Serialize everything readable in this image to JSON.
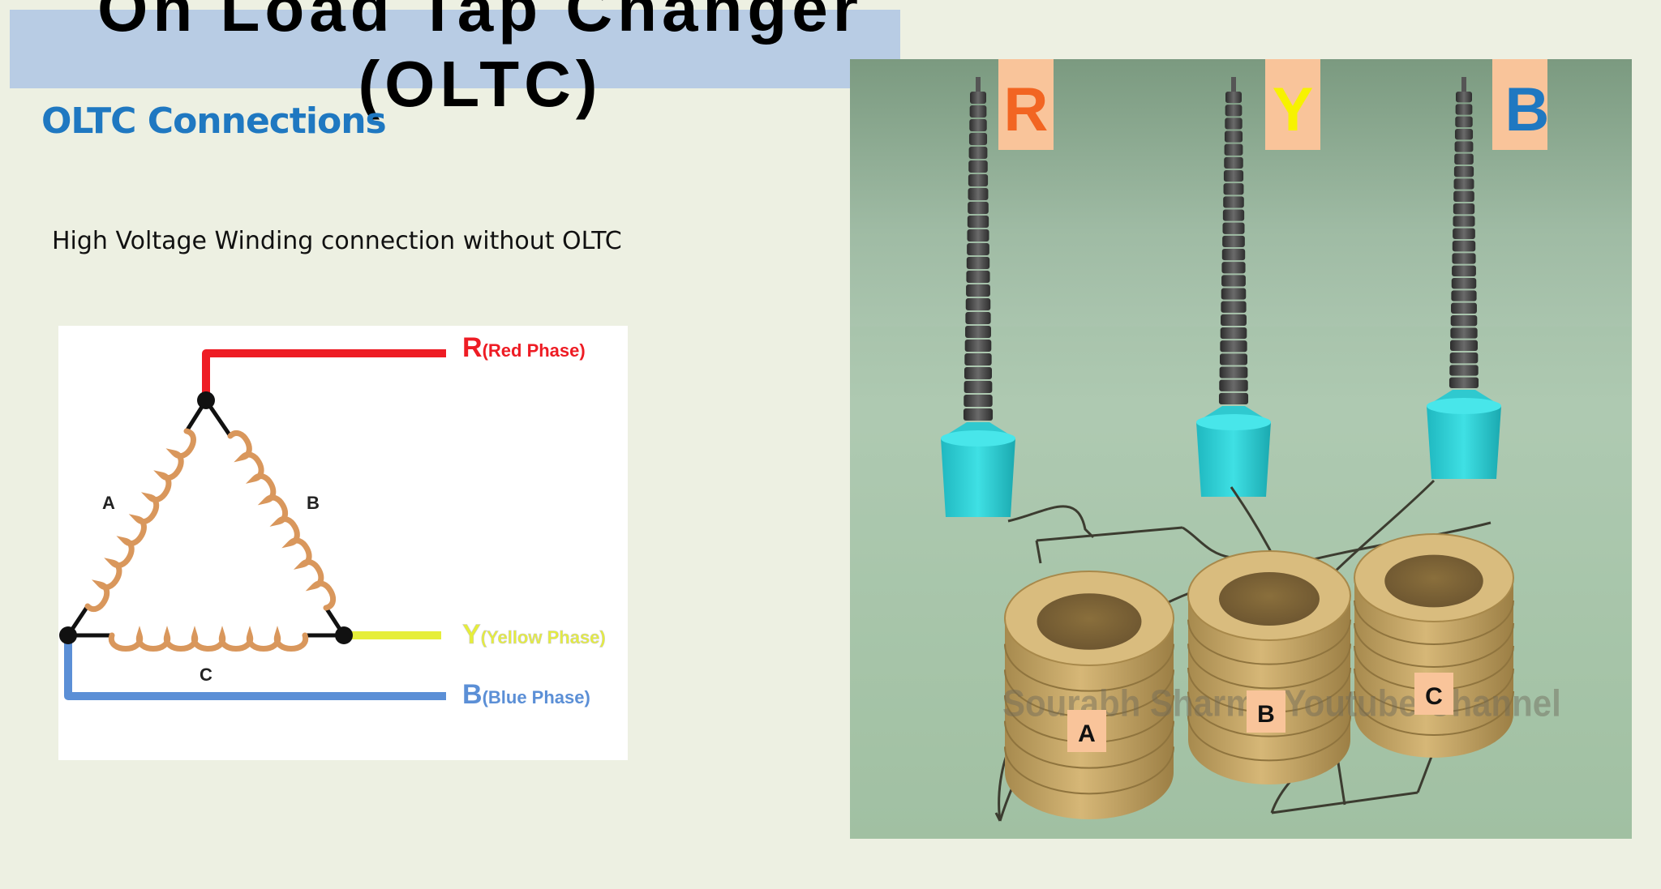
{
  "slide": {
    "title": "On Load Tap Changer (OLTC)",
    "subtitle": "OLTC Connections",
    "caption": "High Voltage Winding connection without OLTC"
  },
  "delta_diagram": {
    "winding_labels": [
      "A",
      "B",
      "C"
    ],
    "phases": [
      {
        "letter": "R",
        "name": "(Red Phase)",
        "color": "#ee1c24"
      },
      {
        "letter": "Y",
        "name": "(Yellow Phase)",
        "color": "#e6ee3a"
      },
      {
        "letter": "B",
        "name": "(Blue Phase)",
        "color": "#5b8fd6"
      }
    ],
    "coil_color": "#d9975c"
  },
  "scene": {
    "bushing_labels": [
      {
        "letter": "R",
        "color": "#f26522"
      },
      {
        "letter": "Y",
        "color": "#f7f200"
      },
      {
        "letter": "B",
        "color": "#1f78c1"
      }
    ],
    "label_bg": "#f9c49a",
    "coil_labels": [
      "A",
      "B",
      "C"
    ],
    "watermark": "Sourabh Sharma Youtube Channel"
  }
}
